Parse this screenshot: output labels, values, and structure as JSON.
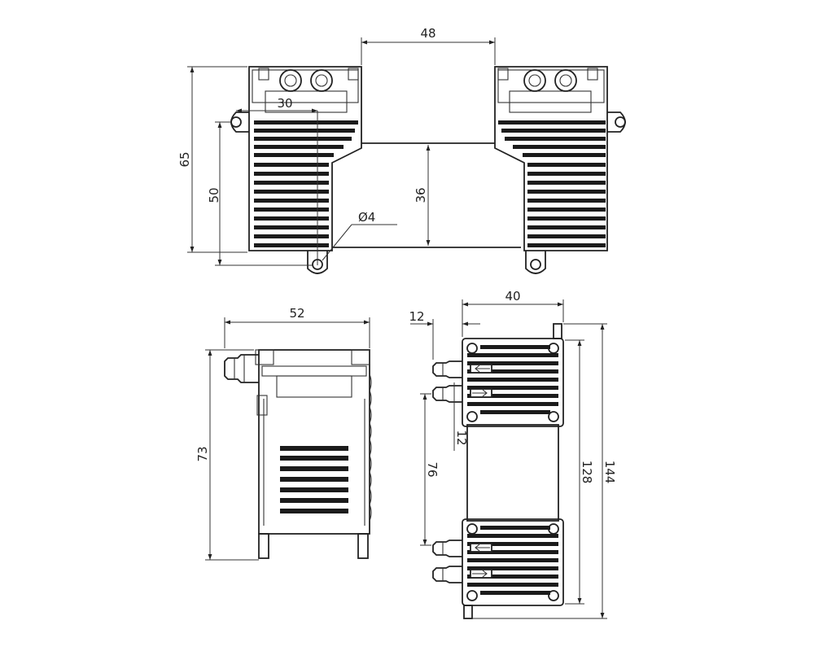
{
  "top_view": {
    "width_gap": "48",
    "height_total": "65",
    "height_mount": "50",
    "inner_width": "30",
    "bridge_height": "36",
    "hole_diameter": "Ø4"
  },
  "side_view": {
    "width": "52",
    "height": "73"
  },
  "front_view": {
    "width": "40",
    "port_offset": "12",
    "port_spacing": "12",
    "bridge_length": "76",
    "inner_length": "128",
    "total_length": "144"
  }
}
